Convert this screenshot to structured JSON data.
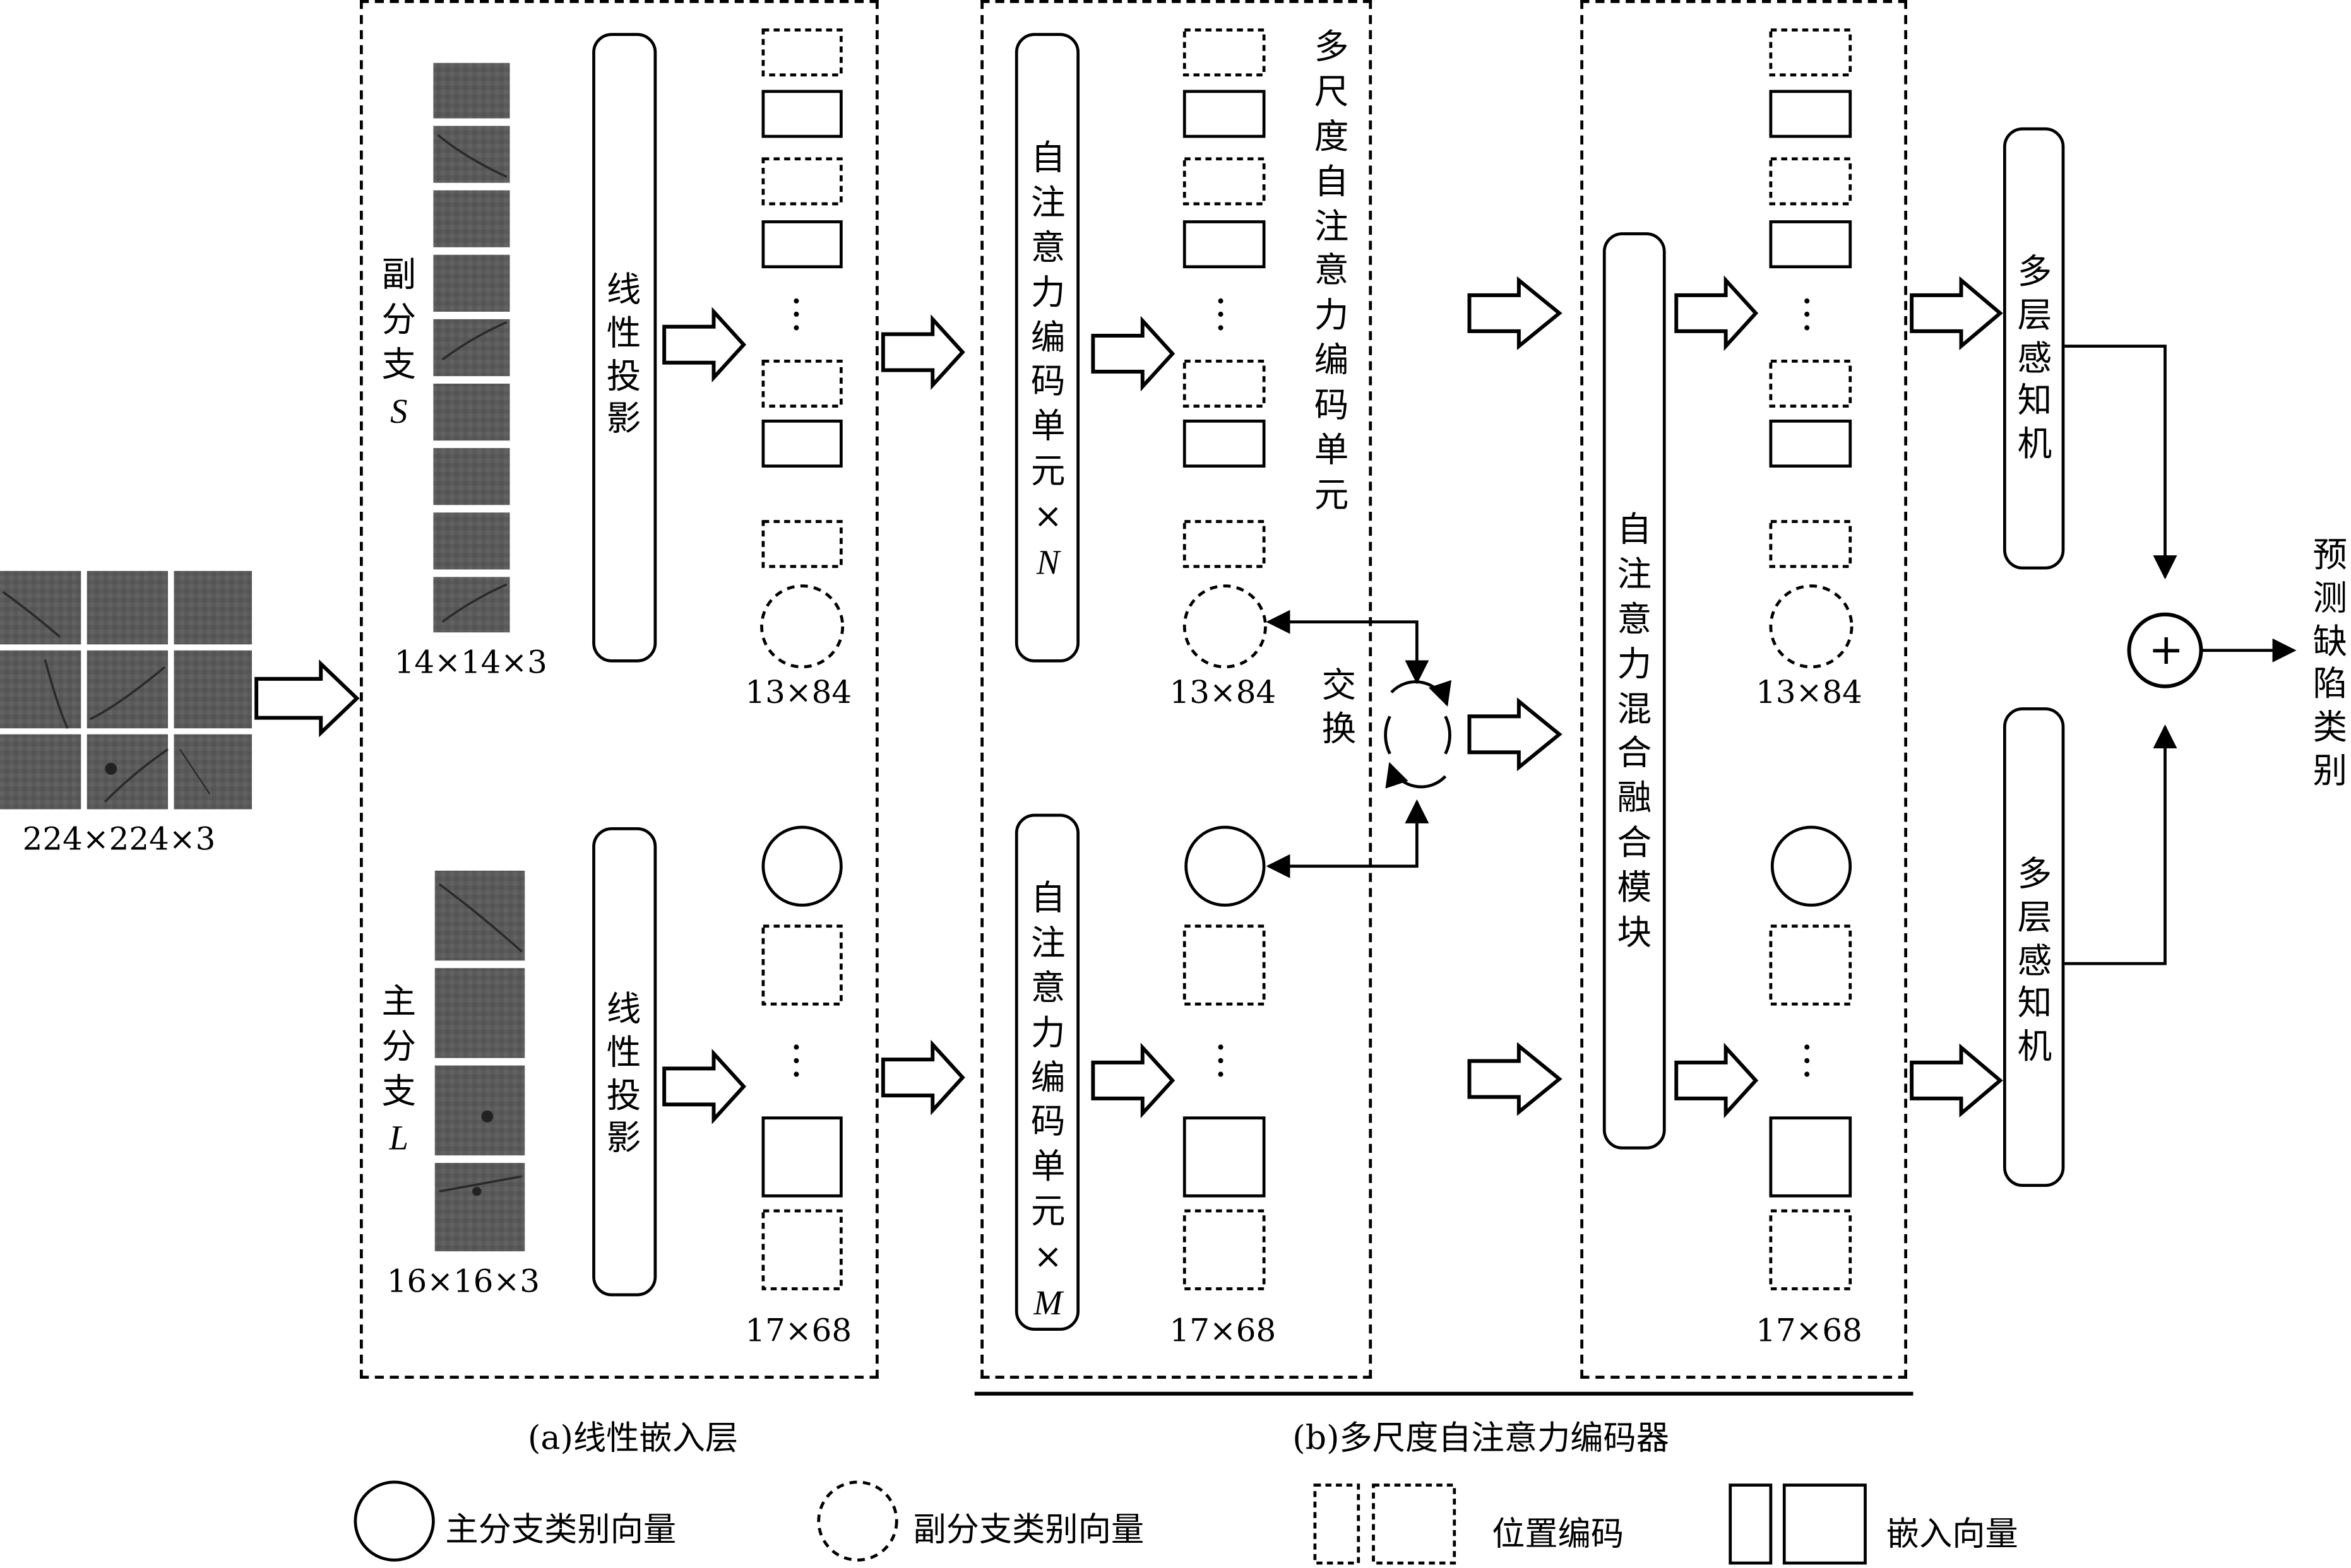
{
  "image_size": "224×224×3",
  "linear_embedding": {
    "sub_branch_label": "副分支",
    "sub_branch_sym": "S",
    "main_branch_label": "主分支",
    "main_branch_sym": "L",
    "sub_patch_size": "14×14×3",
    "main_patch_size": "16×16×3",
    "projection_label": "线性投影",
    "sub_tokens": "13×84",
    "main_tokens": "17×68",
    "caption": "(a)线性嵌入层"
  },
  "encoder": {
    "sub_unit_label": "自注意力编码单元×",
    "sub_unit_sym": "N",
    "main_unit_label": "自注意力编码单元×",
    "main_unit_sym": "M",
    "multiscale_unit_label": "多尺度自注意力编码单元",
    "exchange_label": "交换",
    "fusion_label": "自注意力混合融合模块",
    "sub_tokens": "13×84",
    "main_tokens": "17×68",
    "out_sub_tokens": "13×84",
    "out_main_tokens": "17×68",
    "caption": "(b)多尺度自注意力编码器"
  },
  "head": {
    "mlp_top_label": "多层感知机",
    "mlp_bottom_label": "多层感知机",
    "sum_symbol": "+",
    "output_label": "预测缺陷类别"
  },
  "legend": {
    "main_class_vector": "主分支类别向量",
    "sub_class_vector": "副分支类别向量",
    "position_encoding": "位置编码",
    "embedding_vector": "嵌入向量"
  }
}
